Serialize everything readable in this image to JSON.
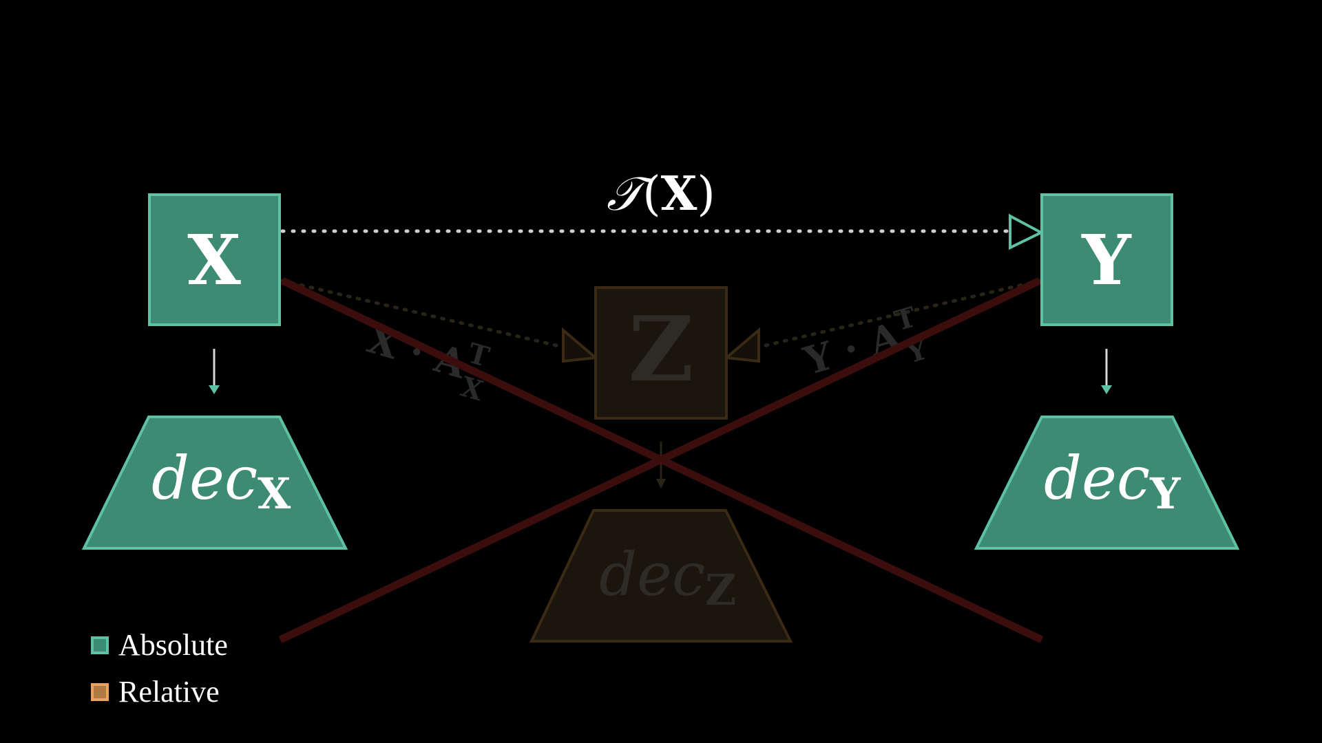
{
  "colors": {
    "background": "#000000",
    "absolute_fill": "#3e8b74",
    "absolute_stroke": "#5fc1a4",
    "relative_fill": "#b07a44",
    "relative_stroke": "#e9a35f",
    "faded_fill": "#1a150d",
    "faded_stroke": "#3a2a14",
    "cross": "#3b0d0d",
    "text": "#ffffff"
  },
  "diagram": {
    "node_x": {
      "label": "X"
    },
    "node_y": {
      "label": "Y"
    },
    "node_z": {
      "label": "Z"
    },
    "transform_label": {
      "func": "𝒯",
      "arg": "X"
    },
    "decoder_x": {
      "base": "dec",
      "sub": "X"
    },
    "decoder_y": {
      "base": "dec",
      "sub": "Y"
    },
    "decoder_z": {
      "base": "dec",
      "sub": "Z"
    },
    "edge_label_x": {
      "base": "X · A",
      "sup": "T",
      "sub": "X"
    },
    "edge_label_y": {
      "base": "Y · A",
      "sup": "T",
      "sub": "Y"
    }
  },
  "legend": [
    {
      "label": "Absolute",
      "kind": "absolute"
    },
    {
      "label": "Relative",
      "kind": "relative"
    }
  ]
}
